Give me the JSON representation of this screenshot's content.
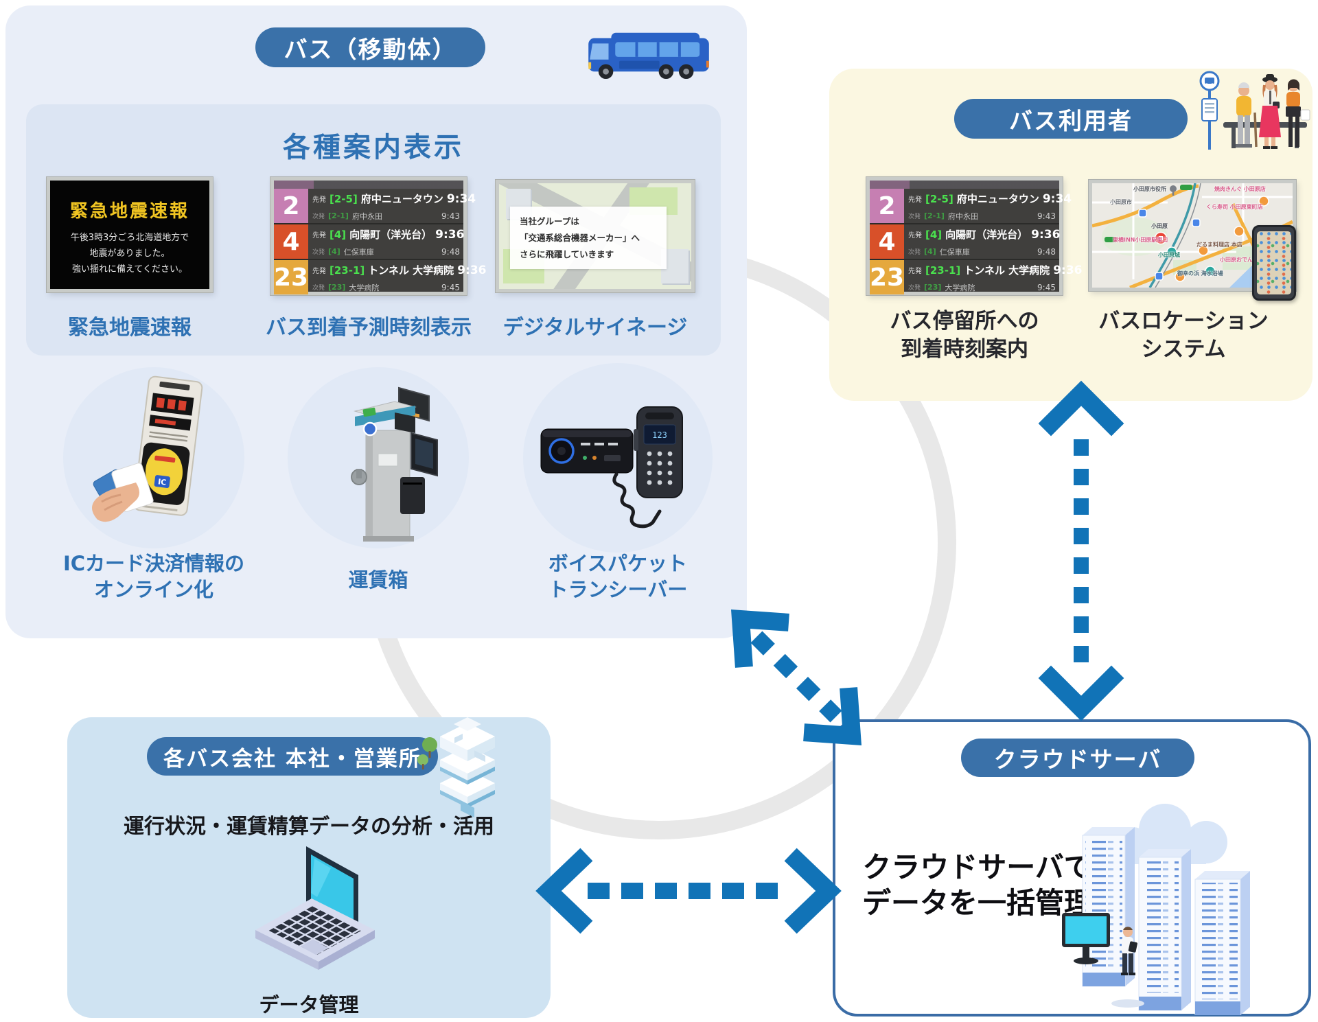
{
  "colors": {
    "pill_blue": "#3a71a9",
    "caption_blue": "#2e71b3",
    "arrow_blue": "#1173b7",
    "bus_panel_bg": "#e9eef8",
    "inner_panel_bg": "#dce5f3",
    "riders_panel_bg": "#fbf7e1",
    "office_panel_bg": "#cfe3f2",
    "cloud_panel_border": "#3a6ca6",
    "ring_gray": "#e8e8e8",
    "route_2": "#c67fb2",
    "route_4": "#d85029",
    "route_23": "#e5a83d",
    "quake_yellow": "#f1c522"
  },
  "bus_panel": {
    "title": "バス（移動体）",
    "info_section": {
      "title": "各種案内表示",
      "quake": {
        "screen_title": "緊急地震速報",
        "line1": "午後3時3分ごろ北海道地方で",
        "line2": "地震がありました。",
        "line3": "強い揺れに備えてください。",
        "caption": "緊急地震速報"
      },
      "arrival": {
        "caption": "バス到着予測時刻表示"
      },
      "signage": {
        "line1": "当社グループは",
        "line2": "「交通系総合機器メーカー」へ",
        "line3": "さらに飛躍していきます",
        "caption": "デジタルサイネージ"
      }
    },
    "devices": {
      "ic": {
        "line1": "ICカード決済情報の",
        "line2": "オンライン化"
      },
      "farebox": {
        "line1": "運賃箱"
      },
      "transceiver": {
        "line1": "ボイスパケット",
        "line2": "トランシーバー"
      }
    }
  },
  "riders_panel": {
    "title": "バス利用者",
    "stop_info": {
      "line1": "バス停留所への",
      "line2": "到着時刻案内"
    },
    "bus_location": {
      "line1": "バスロケーション",
      "line2": "システム"
    }
  },
  "office_panel": {
    "title": "各バス会社 本社・営業所",
    "description": "運行状況・運賃精算データの分析・活用",
    "caption": "データ管理"
  },
  "cloud_panel": {
    "title": "クラウドサーバ",
    "line1": "クラウドサーバで",
    "line2": "データを一括管理"
  },
  "bus_board": {
    "rows": [
      {
        "route": "2",
        "first_label": "先発",
        "first_code": "[2-5]",
        "first_dest": "府中ニュータウン",
        "first_time": "9:34",
        "next_label": "次発",
        "next_code": "[2-1]",
        "next_dest": "府中永田",
        "next_time": "9:43"
      },
      {
        "route": "4",
        "first_label": "先発",
        "first_code": "[4]",
        "first_dest": "向陽町（洋光台）",
        "first_time": "9:36",
        "next_label": "次発",
        "next_code": "[4]",
        "next_dest": "仁保車庫",
        "next_time": "9:48"
      },
      {
        "route": "23",
        "first_label": "先発",
        "first_code": "[23-1]",
        "first_dest": "トンネル 大学病院",
        "first_time": "9:36",
        "next_label": "次発",
        "next_code": "[23]",
        "next_dest": "大学病院",
        "next_time": "9:45"
      }
    ]
  },
  "map_screen": {
    "labels": [
      "小田原市役所",
      "小田原市",
      "小田原",
      "小田原城",
      "焼肉きんぐ 小田原店",
      "くら寿司 小田原東町店",
      "東横INN小田原駅東口",
      "だるま料理店 本店",
      "小田原おでん本店",
      "御幸の浜 海水浴場"
    ]
  },
  "icons": [
    "bus-icon",
    "bus-stop-people-icon",
    "building-icon",
    "laptop-icon",
    "ic-card-reader-icon",
    "farebox-icon",
    "transceiver-icon",
    "server-cloud-icon",
    "smartphone-icon"
  ]
}
